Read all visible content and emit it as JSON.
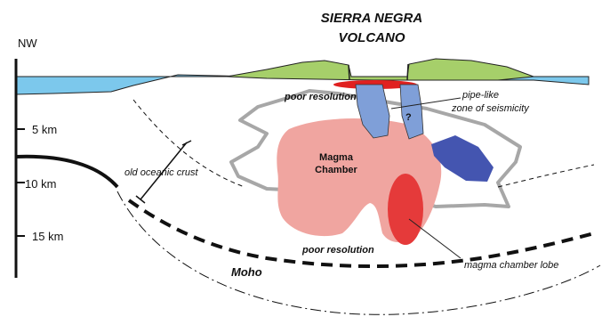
{
  "title": {
    "line1": "SIERRA NEGRA",
    "line2": "VOLCANO"
  },
  "direction": "NW",
  "depth_ticks": [
    "5 km",
    "10 km",
    "15 km"
  ],
  "labels": {
    "poor_resolution_top": "poor resolution",
    "poor_resolution_bottom": "poor resolution",
    "pipe_like_line1": "pipe-like",
    "pipe_like_line2": "zone of seismicity",
    "question_mark": "?",
    "magma_chamber_line1": "Magma",
    "magma_chamber_line2": "Chamber",
    "old_oceanic_crust": "old oceanic crust",
    "moho": "Moho",
    "magma_chamber_lobe": "magma chamber lobe"
  },
  "colors": {
    "sea": "#7cc8ec",
    "volcano": "#a6cf6a",
    "magma_chamber": "#f0a5a0",
    "magma_lobe": "#e53a3a",
    "caldera_melt": "#e02020",
    "seismic_zone": "#7f9fd8",
    "blue_body": "#4455b0",
    "gray_outline": "#a7a7a7"
  }
}
